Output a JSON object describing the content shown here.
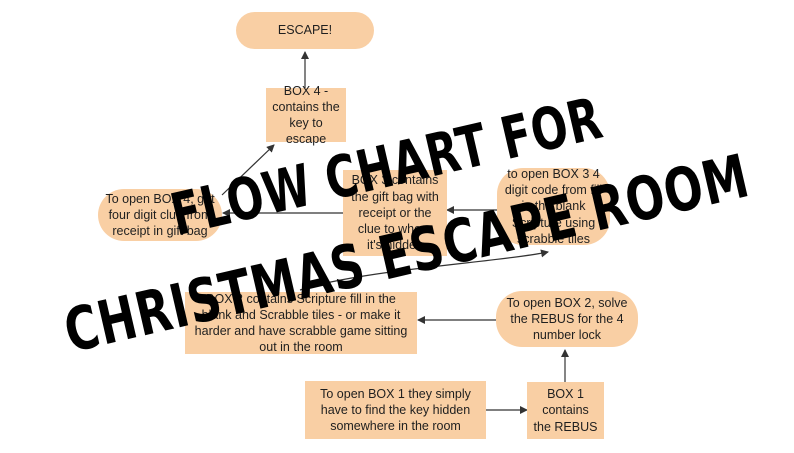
{
  "title": {
    "line1": "FLOW CHART FOR",
    "line2": "CHRISTMAS ESCAPE ROOM"
  },
  "nodes": {
    "escape": "ESCAPE!",
    "box4": "BOX 4 - contains the key to escape",
    "open_box4": "To open BOX 4, get four digit clue from receipt in gift bag",
    "box3": "BOX 3 contains the gift bag with receipt or the clue to where it's hidden",
    "open_box3": "to open BOX 3 4 digit code from fill in the blank Scripture using scrabble tiles",
    "box2": "BOX 2 contains Scripture fill in the blank and Scrabble tiles - or make it harder and have scrabble game sitting out in the room",
    "open_box2": "To open BOX 2, solve the REBUS for the 4 number lock",
    "open_box1": "To open BOX 1 they simply have to find the key hidden somewhere in the room",
    "box1": "BOX 1 contains the REBUS"
  },
  "colors": {
    "node_fill": "#f9cfa4",
    "line": "#333333",
    "overlay_text": "#000000"
  }
}
